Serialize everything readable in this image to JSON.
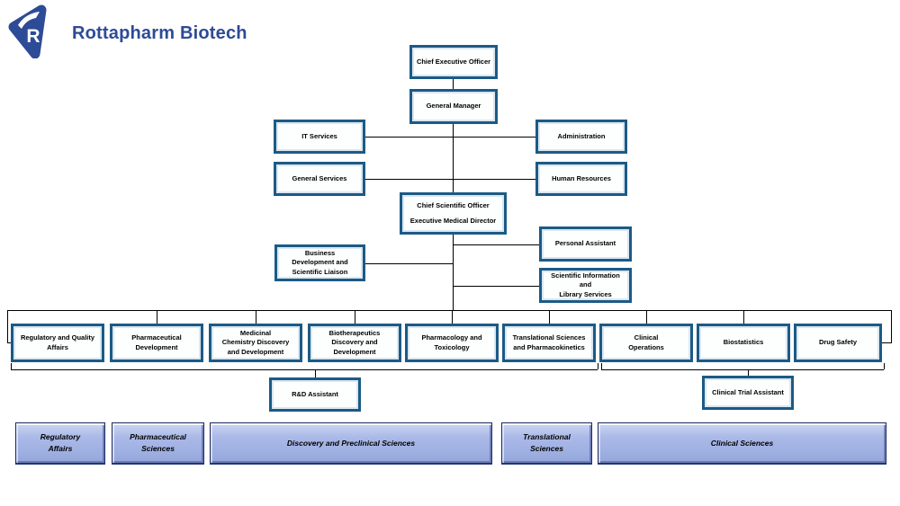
{
  "brand": {
    "logo_letter": "R",
    "company_name": "Rottapharm Biotech"
  },
  "colors": {
    "brand_blue": "#2d4b96",
    "box_border": "#1c5a85",
    "box_fill": "#fdfefe",
    "division_fill": "#aab9e7",
    "division_border": "#1c2a5e",
    "connector": "#000000"
  },
  "org": {
    "ceo": "Chief Executive Officer",
    "general_manager": "General Manager",
    "it_services": "IT Services",
    "administration": "Administration",
    "general_services": "General Services",
    "human_resources": "Human Resources",
    "cso": "Chief Scientific Officer\nExecutive Medical Director",
    "personal_assistant": "Personal Assistant",
    "business_development": "Business\nDevelopment and\nScientific Liaison",
    "scientific_information": "Scientific Information\nand\nLibrary Services",
    "rd_assistant": "R&D Assistant",
    "clinical_trial_assistant": "Clinical Trial Assistant"
  },
  "departments": [
    {
      "label": "Regulatory and Quality\nAffairs"
    },
    {
      "label": "Pharmaceutical\nDevelopment"
    },
    {
      "label": "Medicinal\nChemistry Discovery\nand Development"
    },
    {
      "label": "Biotherapeutics\nDiscovery and\nDevelopment"
    },
    {
      "label": "Pharmacology and\nToxicology"
    },
    {
      "label": "Translational Sciences\nand Pharmacokinetics"
    },
    {
      "label": "Clinical\nOperations"
    },
    {
      "label": "Biostatistics"
    },
    {
      "label": "Drug Safety"
    }
  ],
  "divisions": [
    {
      "label": "Regulatory\nAffairs"
    },
    {
      "label": "Pharmaceutical\nSciences"
    },
    {
      "label": "Discovery and Preclinical Sciences"
    },
    {
      "label": "Translational\nSciences"
    },
    {
      "label": "Clinical Sciences"
    }
  ]
}
